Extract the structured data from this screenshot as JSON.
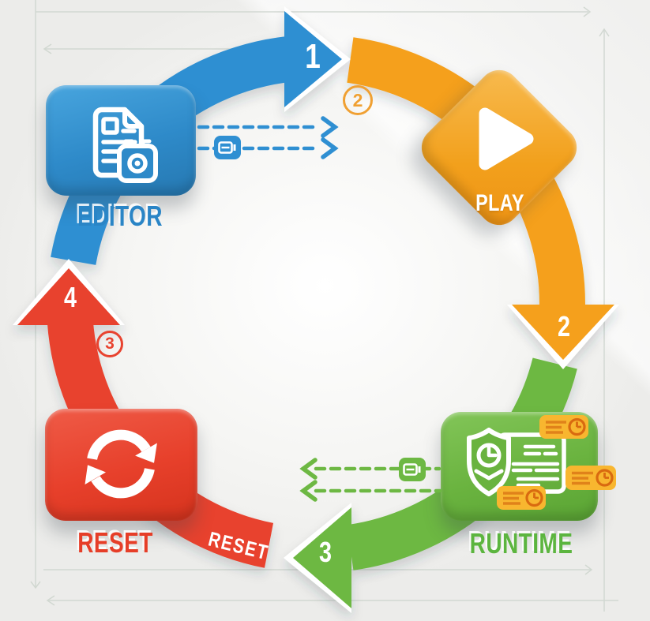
{
  "diagram": {
    "type": "cycle",
    "nodes": [
      {
        "id": "editor",
        "label": "EDITOR",
        "color": "#2e8ac9",
        "icon": "document-snapshot-icon"
      },
      {
        "id": "play",
        "label": "PLAY",
        "color": "#f2a01c",
        "icon": "play-icon"
      },
      {
        "id": "runtime",
        "label": "RUNTIME",
        "color": "#5cb53f",
        "icon": "shield-clock-panel-icon"
      },
      {
        "id": "reset",
        "label": "RESET",
        "color": "#e7402b",
        "icon": "refresh-icon"
      }
    ],
    "steps": [
      {
        "number": "1",
        "arrow_color": "#2f8fd2",
        "direction": "right"
      },
      {
        "number": "2",
        "arrow_color": "#f5a01f",
        "direction": "down"
      },
      {
        "number": "3",
        "arrow_color": "#6db843",
        "direction": "left"
      },
      {
        "number": "4",
        "arrow_color": "#e8432f",
        "direction": "up"
      }
    ],
    "circled_steps": [
      {
        "number": "2",
        "color": "#f0a032"
      },
      {
        "number": "3",
        "color": "#e8432f"
      }
    ],
    "arc_label": "RESET",
    "connectors": [
      {
        "from": "editor",
        "direction": "right",
        "color": "#2f8fd2",
        "style": "dashed",
        "lines": 2,
        "badge_icon": "data-card-icon"
      },
      {
        "from": "runtime",
        "direction": "left",
        "color": "#6db843",
        "style": "dashed",
        "lines": 2,
        "badge_icon": "data-card-icon"
      }
    ],
    "badges": [
      {
        "on": "runtime",
        "icon": "timer-badge-icon",
        "color": "#f8b62f",
        "count": 3
      }
    ],
    "guides_color": "#cfd6cf",
    "background": {
      "base": "#ececea",
      "highlight": "#ffffff"
    }
  }
}
